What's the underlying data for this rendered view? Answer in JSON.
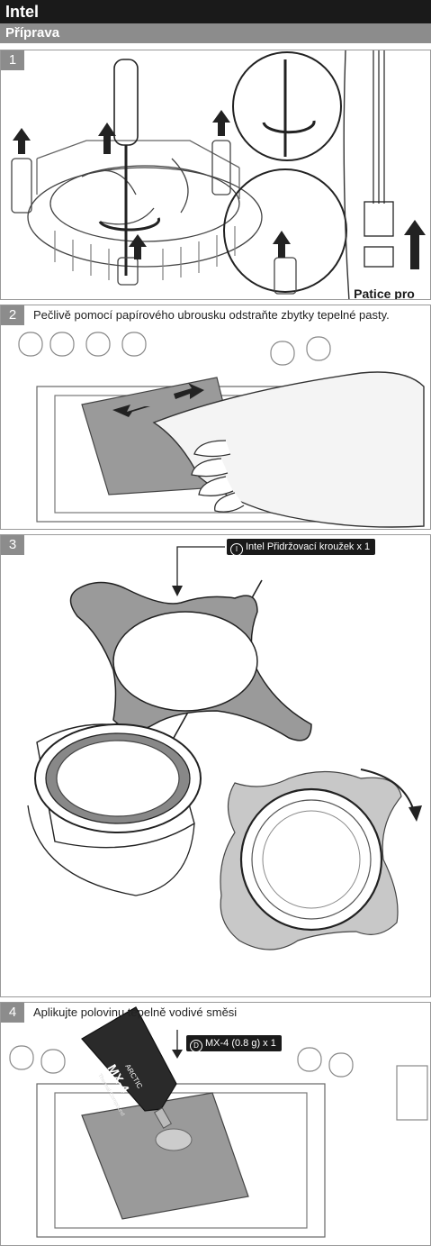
{
  "header": {
    "brand": "Intel",
    "section": "Příprava"
  },
  "steps": [
    {
      "number": "1",
      "fan_label": "Patice pro větrák CPU na základní desce"
    },
    {
      "number": "2",
      "caption": "Pečlivě pomocí papírového ubrousku odstraňte zbytky tepelné pasty."
    },
    {
      "number": "3",
      "part_icon": "I",
      "part_label": "Intel Přidržovací kroužek x 1"
    },
    {
      "number": "4",
      "caption": "Aplikujte polovinu tepelně vodivé směsi",
      "part_icon": "D",
      "part_label": "MX-4 (0.8 g) x 1",
      "tube_brand": "ARCTIC",
      "tube_name": "MX-4",
      "tube_sub": "Thermal Compound"
    }
  ],
  "colors": {
    "header_dark": "#1a1a1a",
    "header_gray": "#8c8c8c",
    "line": "#555555"
  }
}
